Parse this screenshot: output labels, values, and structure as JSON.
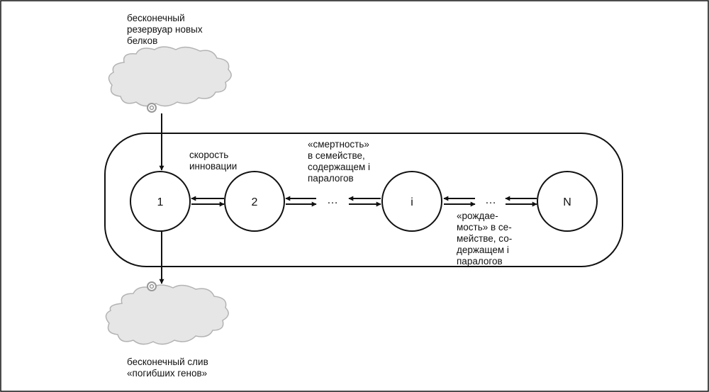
{
  "source_label": [
    "бесконечный",
    "резервуар новых",
    "белков"
  ],
  "sink_label": [
    "бесконечный слив",
    "«погибших генов»"
  ],
  "innovation_label": [
    "скорость",
    "инновации"
  ],
  "death_label": [
    "«смертность»",
    "в семействе,",
    "содержащем i",
    "паралогов"
  ],
  "birth_label": [
    "«рождае-",
    "мость» в се-",
    "мействе, со-",
    "держащем i",
    "паралогов"
  ],
  "nodes": [
    "1",
    "2",
    "i",
    "N"
  ],
  "ellipsis": "…",
  "colors": {
    "stroke": "#111111",
    "cloud_fill": "#e6e6e6",
    "cloud_stroke": "#b3b3b3",
    "background": "#ffffff"
  }
}
